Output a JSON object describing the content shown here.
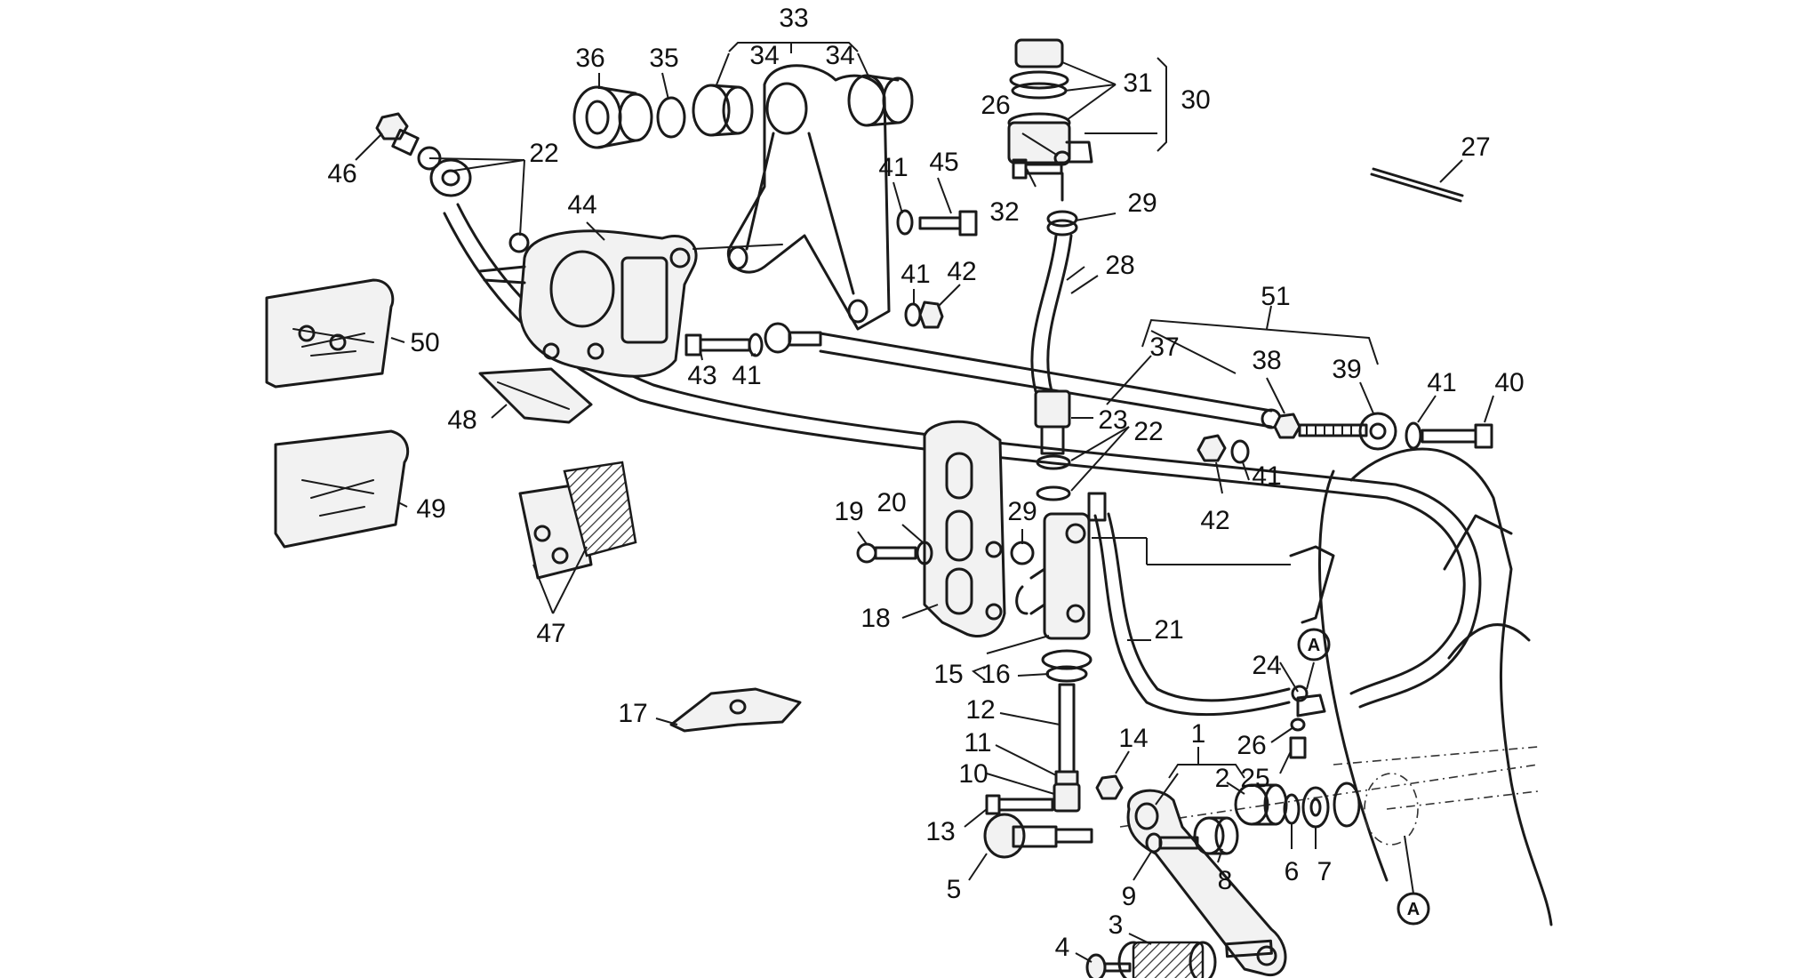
{
  "callouts": [
    {
      "id": "c1",
      "text": "1"
    },
    {
      "id": "c2",
      "text": "2"
    },
    {
      "id": "c3",
      "text": "3"
    },
    {
      "id": "c4",
      "text": "4"
    },
    {
      "id": "c5",
      "text": "5"
    },
    {
      "id": "c6",
      "text": "6"
    },
    {
      "id": "c7",
      "text": "7"
    },
    {
      "id": "c8",
      "text": "8"
    },
    {
      "id": "c9",
      "text": "9"
    },
    {
      "id": "c10",
      "text": "10"
    },
    {
      "id": "c11",
      "text": "11"
    },
    {
      "id": "c12",
      "text": "12"
    },
    {
      "id": "c13",
      "text": "13"
    },
    {
      "id": "c14",
      "text": "14"
    },
    {
      "id": "c15",
      "text": "15"
    },
    {
      "id": "c16",
      "text": "16"
    },
    {
      "id": "c17",
      "text": "17"
    },
    {
      "id": "c18",
      "text": "18"
    },
    {
      "id": "c19",
      "text": "19"
    },
    {
      "id": "c20",
      "text": "20"
    },
    {
      "id": "c21",
      "text": "21"
    },
    {
      "id": "c22a",
      "text": "22"
    },
    {
      "id": "c22b",
      "text": "22"
    },
    {
      "id": "c23",
      "text": "23"
    },
    {
      "id": "c24",
      "text": "24"
    },
    {
      "id": "c25",
      "text": "25"
    },
    {
      "id": "c26a",
      "text": "26"
    },
    {
      "id": "c26b",
      "text": "26"
    },
    {
      "id": "c27",
      "text": "27"
    },
    {
      "id": "c28",
      "text": "28"
    },
    {
      "id": "c29a",
      "text": "29"
    },
    {
      "id": "c29b",
      "text": "29"
    },
    {
      "id": "c30",
      "text": "30"
    },
    {
      "id": "c31",
      "text": "31"
    },
    {
      "id": "c32",
      "text": "32"
    },
    {
      "id": "c33",
      "text": "33"
    },
    {
      "id": "c34a",
      "text": "34"
    },
    {
      "id": "c34b",
      "text": "34"
    },
    {
      "id": "c35",
      "text": "35"
    },
    {
      "id": "c36",
      "text": "36"
    },
    {
      "id": "c37",
      "text": "37"
    },
    {
      "id": "c38",
      "text": "38"
    },
    {
      "id": "c39",
      "text": "39"
    },
    {
      "id": "c40",
      "text": "40"
    },
    {
      "id": "c41a",
      "text": "41"
    },
    {
      "id": "c41b",
      "text": "41"
    },
    {
      "id": "c41c",
      "text": "41"
    },
    {
      "id": "c41d",
      "text": "41"
    },
    {
      "id": "c41e",
      "text": "41"
    },
    {
      "id": "c42a",
      "text": "42"
    },
    {
      "id": "c42b",
      "text": "42"
    },
    {
      "id": "c43",
      "text": "43"
    },
    {
      "id": "c44",
      "text": "44"
    },
    {
      "id": "c45",
      "text": "45"
    },
    {
      "id": "c46",
      "text": "46"
    },
    {
      "id": "c47",
      "text": "47"
    },
    {
      "id": "c48",
      "text": "48"
    },
    {
      "id": "c49",
      "text": "49"
    },
    {
      "id": "c50",
      "text": "50"
    },
    {
      "id": "c51",
      "text": "51"
    }
  ],
  "reference_marks": [
    {
      "id": "refA1",
      "text": "A"
    },
    {
      "id": "refA2",
      "text": "A"
    }
  ]
}
